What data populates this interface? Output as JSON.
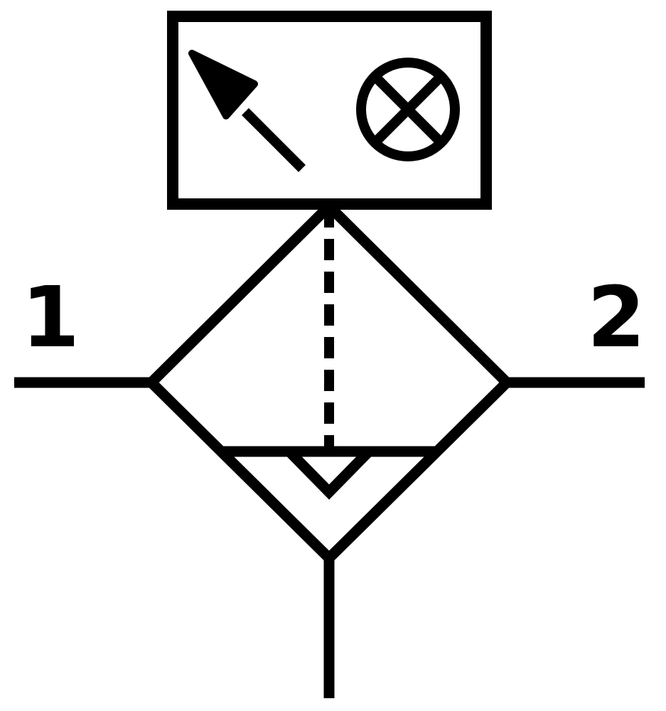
{
  "diagram": {
    "title": "Pneumatic filter regulator symbol with pressure gauge",
    "stroke_color": "#000000",
    "background_color": "#ffffff",
    "ports": [
      {
        "id": "port-1",
        "label": "1"
      },
      {
        "id": "port-2",
        "label": "2"
      }
    ],
    "components": [
      {
        "name": "indicator-box",
        "icons": [
          "adjustment-arrow-icon",
          "lamp-cross-icon"
        ]
      },
      {
        "name": "filter-diamond"
      },
      {
        "name": "pilot-dashed-line"
      },
      {
        "name": "drain-bowl"
      },
      {
        "name": "drain-line"
      }
    ]
  }
}
